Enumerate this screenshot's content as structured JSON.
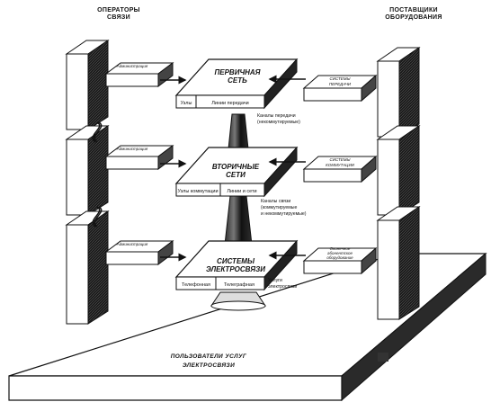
{
  "headers": {
    "left": [
      "ОПЕРАТОРЫ",
      "СВЯЗИ"
    ],
    "right": [
      "ПОСТАВЩИКИ",
      "ОБОРУДОВАНИЯ"
    ]
  },
  "levels": [
    {
      "platform": [
        "ПЕРВИЧНАЯ",
        "СЕТЬ"
      ],
      "cells": [
        "Узлы",
        "Линии передачи"
      ],
      "left_box": "Администрация",
      "right_box": [
        "СИСТЕМЫ",
        "ПЕРЕДАЧИ"
      ],
      "caption": [
        "Каналы передачи",
        "(некоммутируемые)"
      ]
    },
    {
      "platform": [
        "ВТОРИЧНЫЕ",
        "СЕТИ"
      ],
      "cells": [
        "Узлы коммутации",
        "Линии и сети"
      ],
      "left_box": "Администрация",
      "right_box": [
        "СИСТЕМЫ",
        "КОММУТАЦИИ"
      ],
      "caption": [
        "Каналы связи",
        "(коммутируемые",
        "и некоммутируемые)"
      ]
    },
    {
      "platform": [
        "СИСТЕМЫ",
        "ЭЛЕКТРОСВЯЗИ"
      ],
      "cells": [
        "Телефонная",
        "Телеграфная"
      ],
      "left_box": "Администрация",
      "right_box": [
        "Оконечное",
        "абонентское",
        "оборудование"
      ],
      "caption": [
        "Услуги",
        "электросвязи"
      ]
    }
  ],
  "base_label": [
    "ПОЛЬЗОВАТЕЛИ УСЛУГ",
    "ЭЛЕКТРОСВЯЗИ"
  ]
}
